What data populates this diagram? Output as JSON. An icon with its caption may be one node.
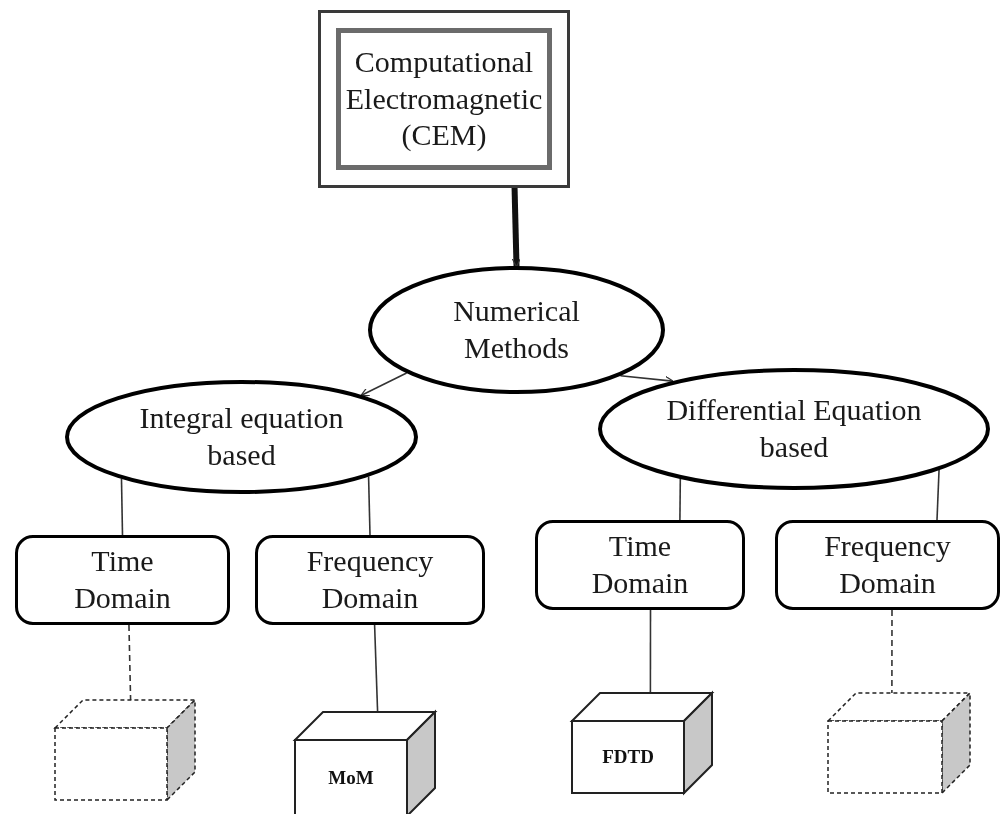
{
  "diagram": {
    "nodes": [
      {
        "text": [
          "Computational Electromagnetic (CEM)"
        ]
      },
      {
        "text": [
          "Numerical Methods"
        ]
      },
      {
        "text": [
          "Integral equation based"
        ]
      },
      {
        "text": [
          "Differential Equation based"
        ]
      },
      {
        "text": [
          "Time Domain"
        ]
      },
      {
        "text": [
          "Frequency Domain"
        ]
      },
      {
        "text": [
          "Time Domain"
        ]
      },
      {
        "text": [
          "Frequency Domain"
        ]
      },
      {
        "text": [],
        "shape": "box"
      },
      {
        "text": [
          "MoM"
        ]
      },
      {
        "text": [
          "FDTD"
        ]
      },
      {
        "text": [],
        "shape": "box"
      }
    ],
    "edges": [
      {
        "from": 0,
        "to": 1,
        "arrow": "to",
        "style": "thick"
      },
      {
        "from": 1,
        "to": 2,
        "arrow": "to"
      },
      {
        "from": 1,
        "to": 3,
        "arrow": "to"
      },
      {
        "from": 2,
        "to": 4,
        "arrow": "none"
      },
      {
        "from": 2,
        "to": 5,
        "arrow": "none"
      },
      {
        "from": 3,
        "to": 6,
        "arrow": "none"
      },
      {
        "from": 3,
        "to": 7,
        "arrow": "none"
      },
      {
        "from": 4,
        "to": 8,
        "arrow": "none",
        "style": "dashed"
      },
      {
        "from": 5,
        "to": 9,
        "arrow": "none"
      },
      {
        "from": 6,
        "to": 10,
        "arrow": "none"
      },
      {
        "from": 7,
        "to": 11,
        "arrow": "none",
        "style": "dashed"
      }
    ]
  }
}
